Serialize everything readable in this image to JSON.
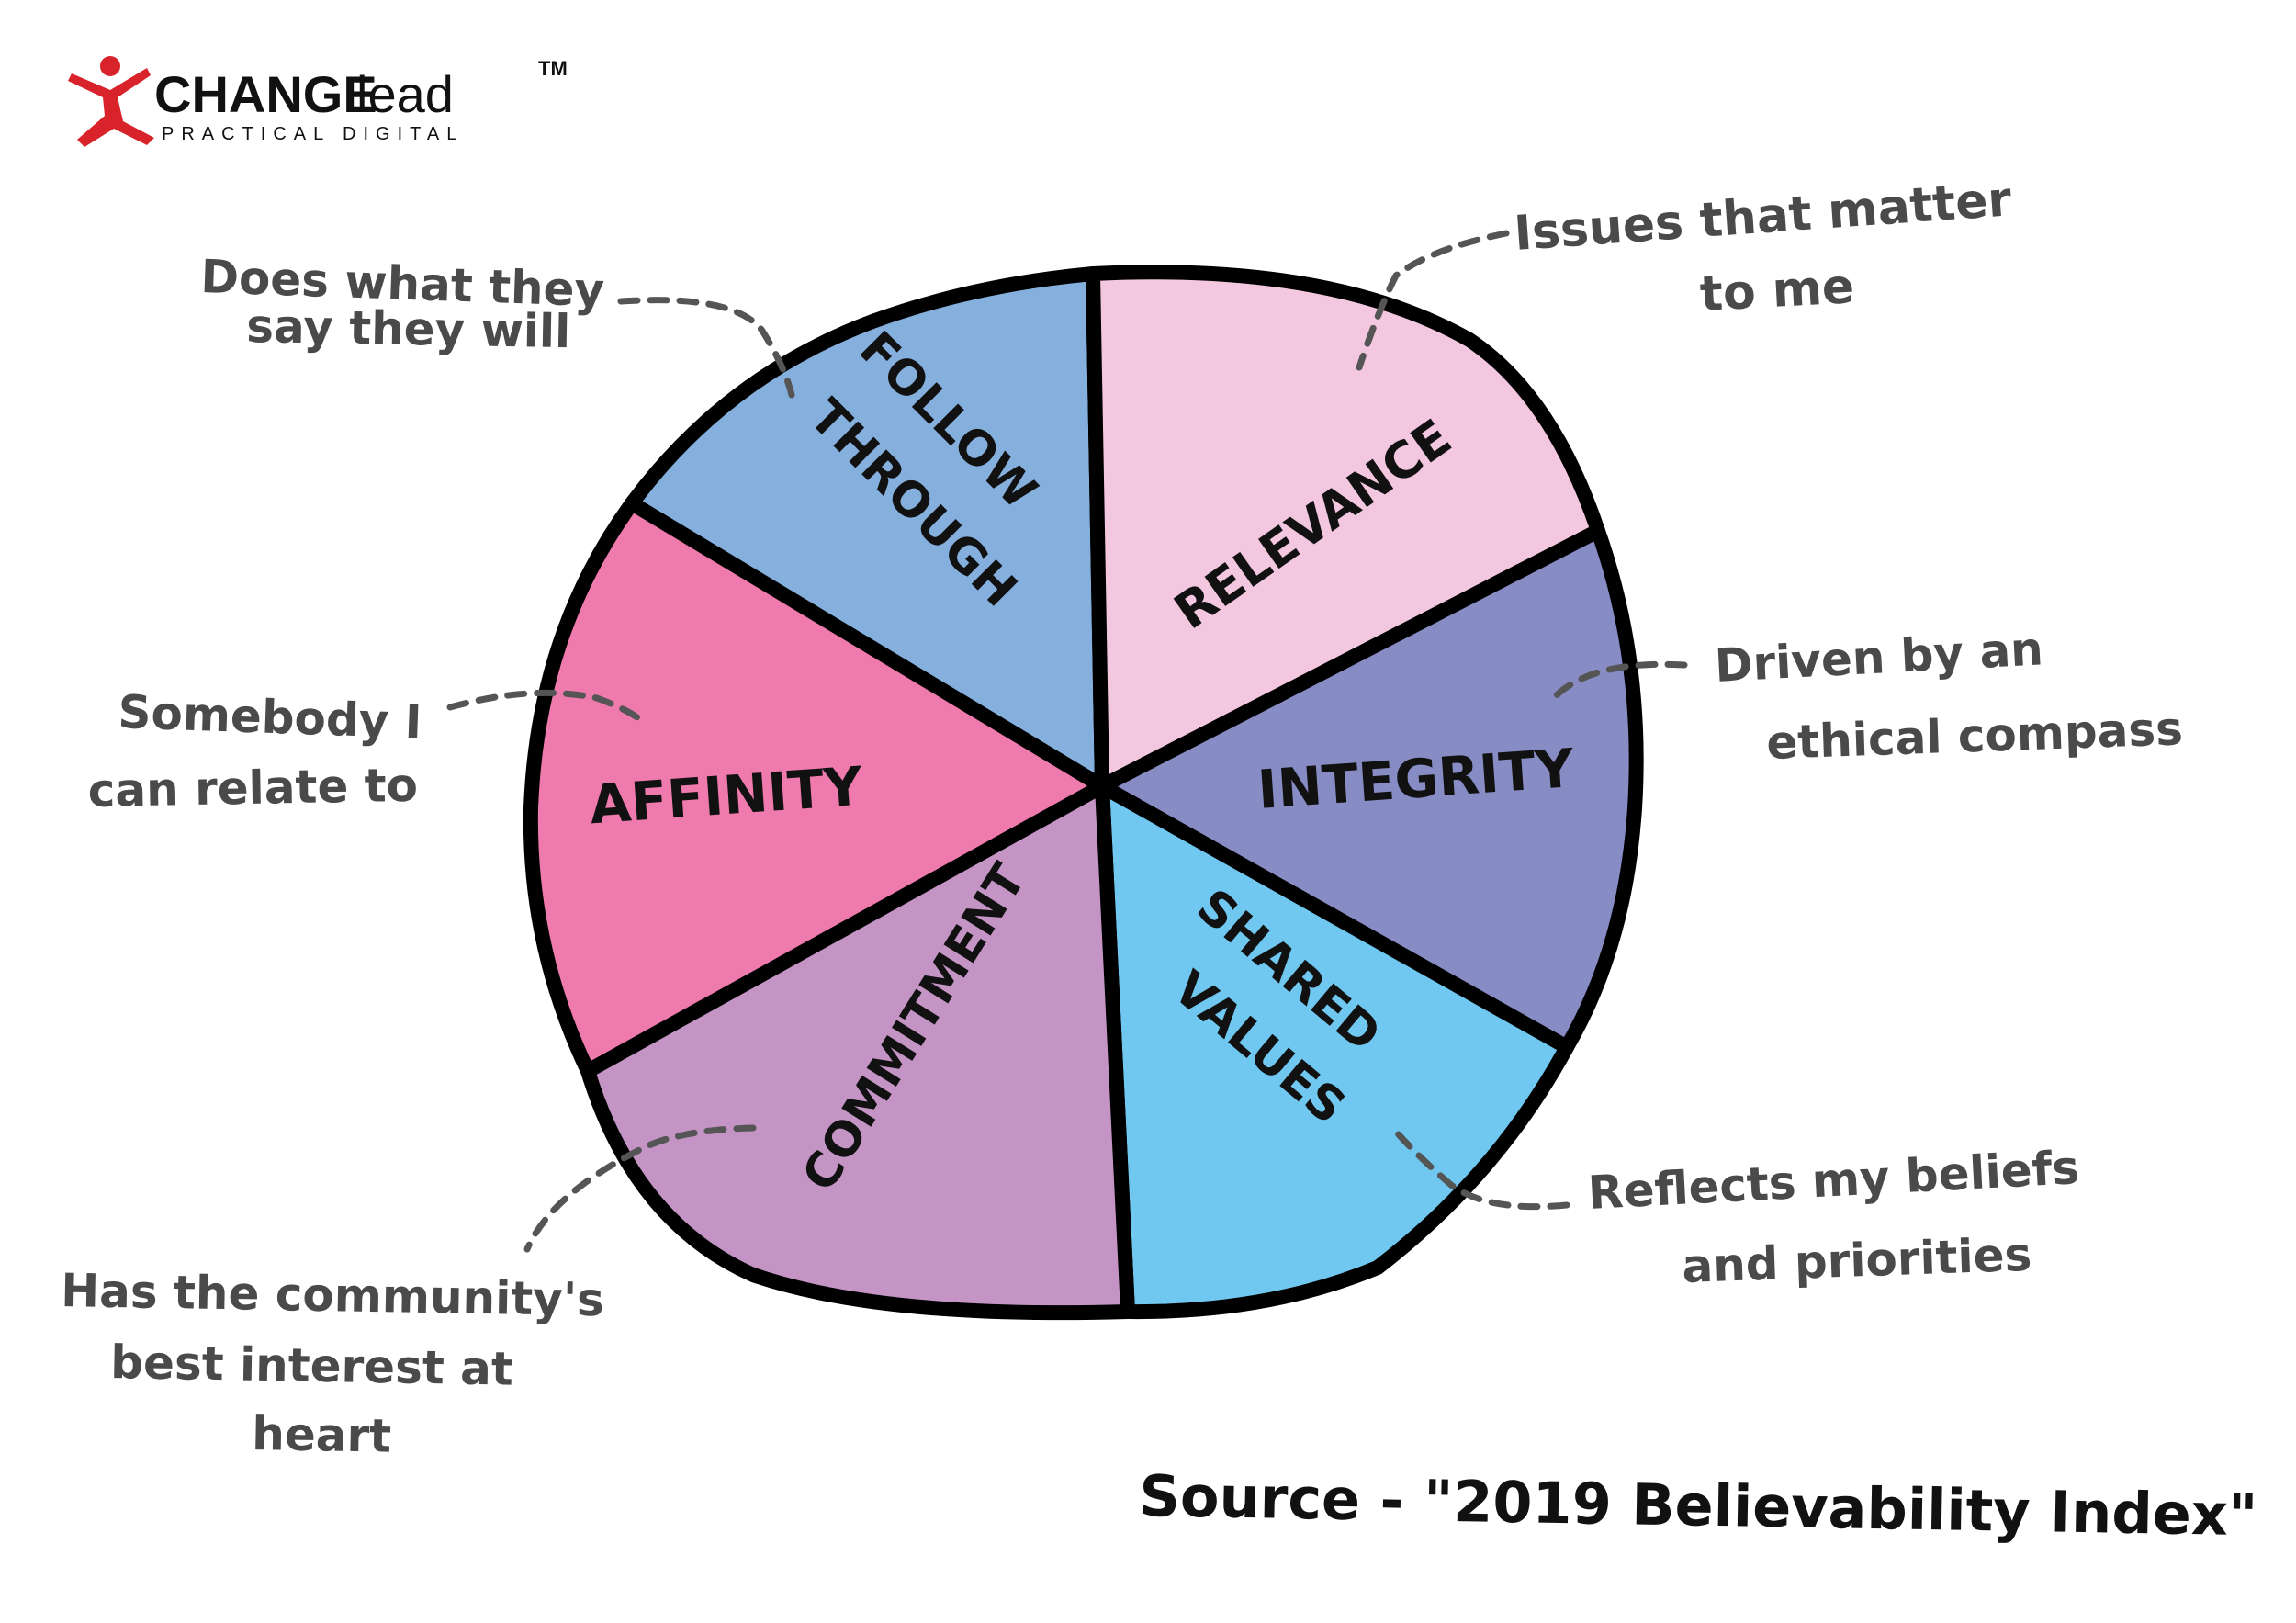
{
  "logo": {
    "brand": "CHANGE",
    "brand_suffix": "lead",
    "trademark": "TM",
    "tagline": "PRACTICAL DIGITAL"
  },
  "segments": [
    {
      "id": "follow-through",
      "lines": [
        "FOLLOW",
        "THROUGH"
      ],
      "color": "#85b0de",
      "note": [
        "Does what they",
        "say they will"
      ]
    },
    {
      "id": "relevance",
      "lines": [
        "RELEVANCE"
      ],
      "color": "#f3c7df",
      "note": [
        "Issues that matter",
        "to me"
      ]
    },
    {
      "id": "integrity",
      "lines": [
        "INTEGRITY"
      ],
      "color": "#878cc4",
      "note": [
        "Driven by an",
        "ethical compass"
      ]
    },
    {
      "id": "shared-values",
      "lines": [
        "SHARED",
        "VALUES"
      ],
      "color": "#70c8f0",
      "note": [
        "Reflects my beliefs",
        "and priorities"
      ]
    },
    {
      "id": "commitment",
      "lines": [
        "COMMITMENT"
      ],
      "color": "#c394c4",
      "note": [
        "Has the community's",
        "best interest at",
        "heart"
      ]
    },
    {
      "id": "affinity",
      "lines": [
        "AFFINITY"
      ],
      "color": "#ef7aae",
      "note": [
        "Somebody I",
        "can relate to"
      ]
    }
  ],
  "source": "Source - \"2019 Believability Index\""
}
